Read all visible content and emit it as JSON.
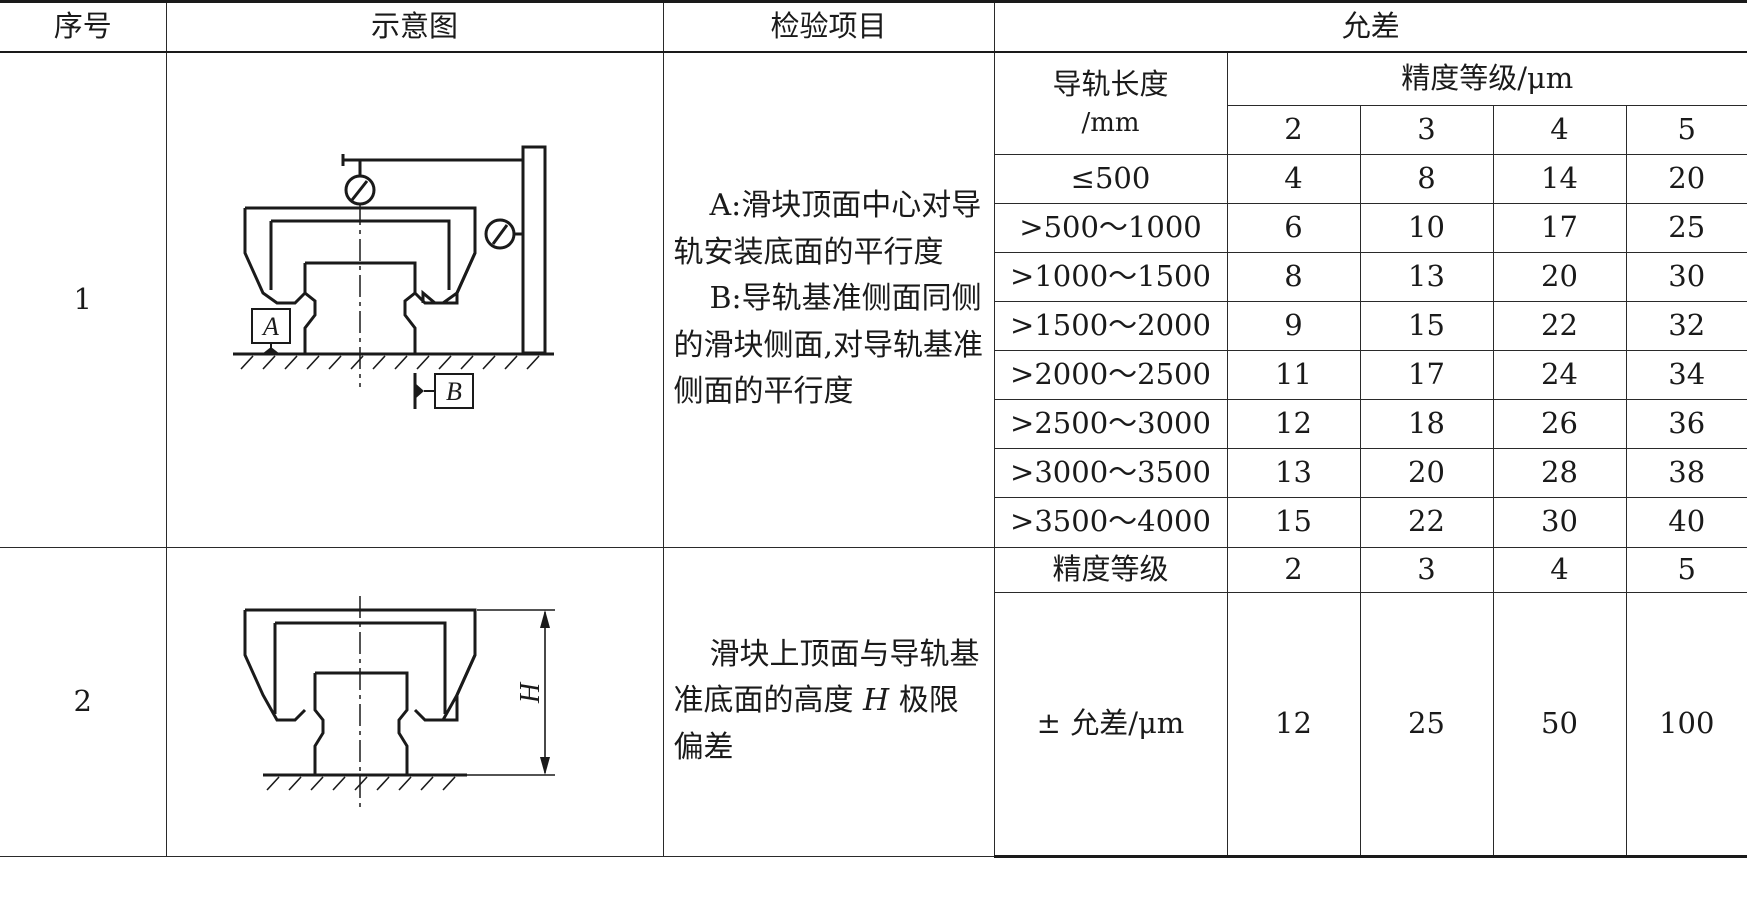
{
  "header": {
    "no": "序号",
    "diagram": "示意图",
    "item": "检验项目",
    "tolerance": "允差"
  },
  "row1": {
    "no": "1",
    "label_a": "A",
    "label_b": "B",
    "item_a": "A:滑块顶面中心对导轨安装底面的平行度",
    "item_b": "B:导轨基准侧面同侧的滑块侧面,对导轨基准侧面的平行度",
    "len_header_1": "导轨长度",
    "len_header_2": "/mm",
    "grade_header": "精度等级/μm",
    "grades": [
      "2",
      "3",
      "4",
      "5"
    ],
    "rows": [
      {
        "len": "≤500",
        "v": [
          "4",
          "8",
          "14",
          "20"
        ]
      },
      {
        "len": ">500～1000",
        "v": [
          "6",
          "10",
          "17",
          "25"
        ]
      },
      {
        "len": ">1000～1500",
        "v": [
          "8",
          "13",
          "20",
          "30"
        ]
      },
      {
        "len": ">1500～2000",
        "v": [
          "9",
          "15",
          "22",
          "32"
        ]
      },
      {
        "len": ">2000～2500",
        "v": [
          "11",
          "17",
          "24",
          "34"
        ]
      },
      {
        "len": ">2500～3000",
        "v": [
          "12",
          "18",
          "26",
          "36"
        ]
      },
      {
        "len": ">3000～3500",
        "v": [
          "13",
          "20",
          "28",
          "38"
        ]
      },
      {
        "len": ">3500～4000",
        "v": [
          "15",
          "22",
          "30",
          "40"
        ]
      }
    ]
  },
  "row2": {
    "no": "2",
    "label_h": "H",
    "item_pre": "滑块上顶面与导轨基准底面的高度",
    "item_h": "H",
    "item_post": "极限偏差",
    "grade_label": "精度等级",
    "grades": [
      "2",
      "3",
      "4",
      "5"
    ],
    "tol_label": "± 允差/μm",
    "values": [
      "12",
      "25",
      "50",
      "100"
    ]
  }
}
